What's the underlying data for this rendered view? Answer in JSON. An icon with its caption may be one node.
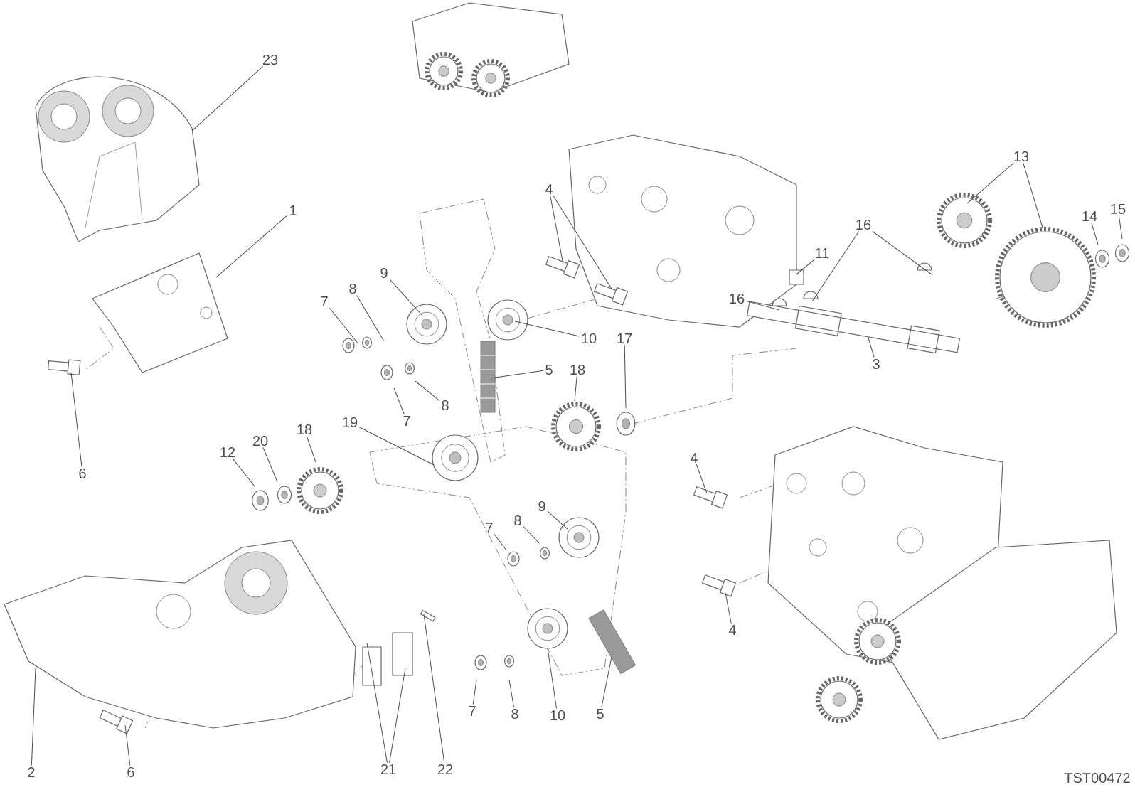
{
  "diagram": {
    "nodes": [
      {
        "text": [
          "23"
        ]
      },
      {
        "text": [
          "1"
        ]
      },
      {
        "text": [
          "6"
        ]
      },
      {
        "text": [
          "4"
        ]
      },
      {
        "text": [
          "9"
        ]
      },
      {
        "text": [
          "8"
        ]
      },
      {
        "text": [
          "7"
        ]
      },
      {
        "text": [
          "10"
        ]
      },
      {
        "text": [
          "5"
        ]
      },
      {
        "text": [
          "7"
        ]
      },
      {
        "text": [
          "8"
        ]
      },
      {
        "text": [
          "11"
        ]
      },
      {
        "text": [
          "16"
        ]
      },
      {
        "text": [
          "16"
        ]
      },
      {
        "text": [
          "13"
        ]
      },
      {
        "text": [
          "14"
        ]
      },
      {
        "text": [
          "15"
        ]
      },
      {
        "text": [
          "3"
        ]
      },
      {
        "text": [
          "17"
        ]
      },
      {
        "text": [
          "18"
        ]
      },
      {
        "text": [
          "12"
        ]
      },
      {
        "text": [
          "20"
        ]
      },
      {
        "text": [
          "18"
        ]
      },
      {
        "text": [
          "19"
        ]
      },
      {
        "text": [
          "9"
        ]
      },
      {
        "text": [
          "8"
        ]
      },
      {
        "text": [
          "7"
        ]
      },
      {
        "text": [
          "4"
        ]
      },
      {
        "text": [
          "2"
        ]
      },
      {
        "text": [
          "6"
        ]
      },
      {
        "text": [
          "21"
        ]
      },
      {
        "text": [
          "22"
        ]
      },
      {
        "text": [
          "7"
        ]
      },
      {
        "text": [
          "8"
        ]
      },
      {
        "text": [
          "10"
        ]
      },
      {
        "text": [
          "5"
        ]
      },
      {
        "text": [
          "4"
        ]
      }
    ],
    "edges": [
      {
        "from": 0,
        "to": null,
        "arrow": "none"
      },
      {
        "from": 1,
        "to": null,
        "arrow": "none"
      },
      {
        "from": 2,
        "to": null,
        "arrow": "none"
      },
      {
        "from": 3,
        "to": null,
        "arrow": "none"
      },
      {
        "from": 3,
        "to": null,
        "arrow": "none"
      },
      {
        "from": 4,
        "to": null,
        "arrow": "none"
      },
      {
        "from": 5,
        "to": null,
        "arrow": "none"
      },
      {
        "from": 6,
        "to": null,
        "arrow": "none"
      },
      {
        "from": 7,
        "to": null,
        "arrow": "none"
      },
      {
        "from": 8,
        "to": null,
        "arrow": "none"
      },
      {
        "from": 9,
        "to": null,
        "arrow": "none"
      },
      {
        "from": 10,
        "to": null,
        "arrow": "none"
      },
      {
        "from": 11,
        "to": null,
        "arrow": "none"
      },
      {
        "from": 12,
        "to": null,
        "arrow": "none"
      },
      {
        "from": 12,
        "to": null,
        "arrow": "none"
      },
      {
        "from": 13,
        "to": null,
        "arrow": "none"
      },
      {
        "from": 14,
        "to": null,
        "arrow": "none"
      },
      {
        "from": 14,
        "to": null,
        "arrow": "none"
      },
      {
        "from": 15,
        "to": null,
        "arrow": "none"
      },
      {
        "from": 16,
        "to": null,
        "arrow": "none"
      },
      {
        "from": 17,
        "to": null,
        "arrow": "none"
      },
      {
        "from": 18,
        "to": null,
        "arrow": "none"
      },
      {
        "from": 19,
        "to": null,
        "arrow": "none"
      },
      {
        "from": 20,
        "to": null,
        "arrow": "none"
      },
      {
        "from": 21,
        "to": null,
        "arrow": "none"
      },
      {
        "from": 22,
        "to": null,
        "arrow": "none"
      },
      {
        "from": 23,
        "to": null,
        "arrow": "none"
      },
      {
        "from": 24,
        "to": null,
        "arrow": "none"
      },
      {
        "from": 25,
        "to": null,
        "arrow": "none"
      },
      {
        "from": 26,
        "to": null,
        "arrow": "none"
      },
      {
        "from": 27,
        "to": null,
        "arrow": "none"
      },
      {
        "from": 28,
        "to": null,
        "arrow": "none"
      },
      {
        "from": 29,
        "to": null,
        "arrow": "none"
      },
      {
        "from": 30,
        "to": null,
        "arrow": "none"
      },
      {
        "from": 30,
        "to": null,
        "arrow": "none"
      },
      {
        "from": 31,
        "to": null,
        "arrow": "none"
      },
      {
        "from": 32,
        "to": null,
        "arrow": "none"
      },
      {
        "from": 33,
        "to": null,
        "arrow": "none"
      },
      {
        "from": 34,
        "to": null,
        "arrow": "none"
      },
      {
        "from": 35,
        "to": null,
        "arrow": "none"
      },
      {
        "from": 36,
        "to": null,
        "arrow": "none"
      }
    ],
    "labels": [
      "TST00472"
    ]
  }
}
